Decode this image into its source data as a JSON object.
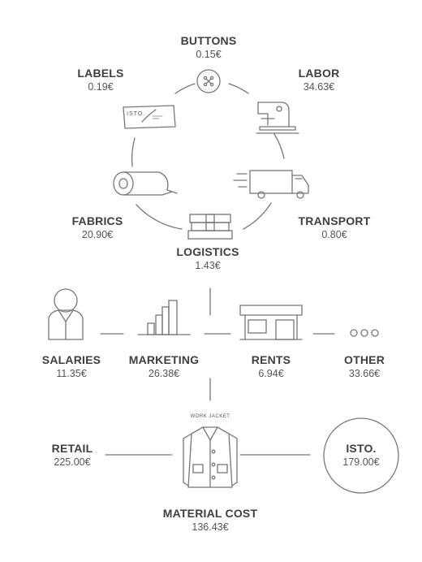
{
  "cycle": {
    "buttons": {
      "name": "BUTTONS",
      "value": "0.15€"
    },
    "labels": {
      "name": "LABELS",
      "value": "0.19€",
      "tag_text": "ISTO."
    },
    "labor": {
      "name": "LABOR",
      "value": "34.63€"
    },
    "fabrics": {
      "name": "FABRICS",
      "value": "20.90€"
    },
    "transport": {
      "name": "TRANSPORT",
      "value": "0.80€"
    },
    "logistics": {
      "name": "LOGISTICS",
      "value": "1.43€"
    }
  },
  "overheads": {
    "salaries": {
      "name": "SALARIES",
      "value": "11.35€"
    },
    "marketing": {
      "name": "MARKETING",
      "value": "26.38€"
    },
    "rents": {
      "name": "RENTS",
      "value": "6.94€"
    },
    "other": {
      "name": "OTHER",
      "value": "33.66€"
    }
  },
  "bottom": {
    "retail": {
      "name": "RETAIL",
      "value": "225.00€"
    },
    "isto": {
      "name": "ISTO.",
      "value": "179.00€"
    },
    "material": {
      "name": "MATERIAL COST",
      "value": "136.43€"
    },
    "product_caption": "WORK JACKET"
  },
  "colors": {
    "line": "#777777",
    "text": "#3f3f3f"
  }
}
